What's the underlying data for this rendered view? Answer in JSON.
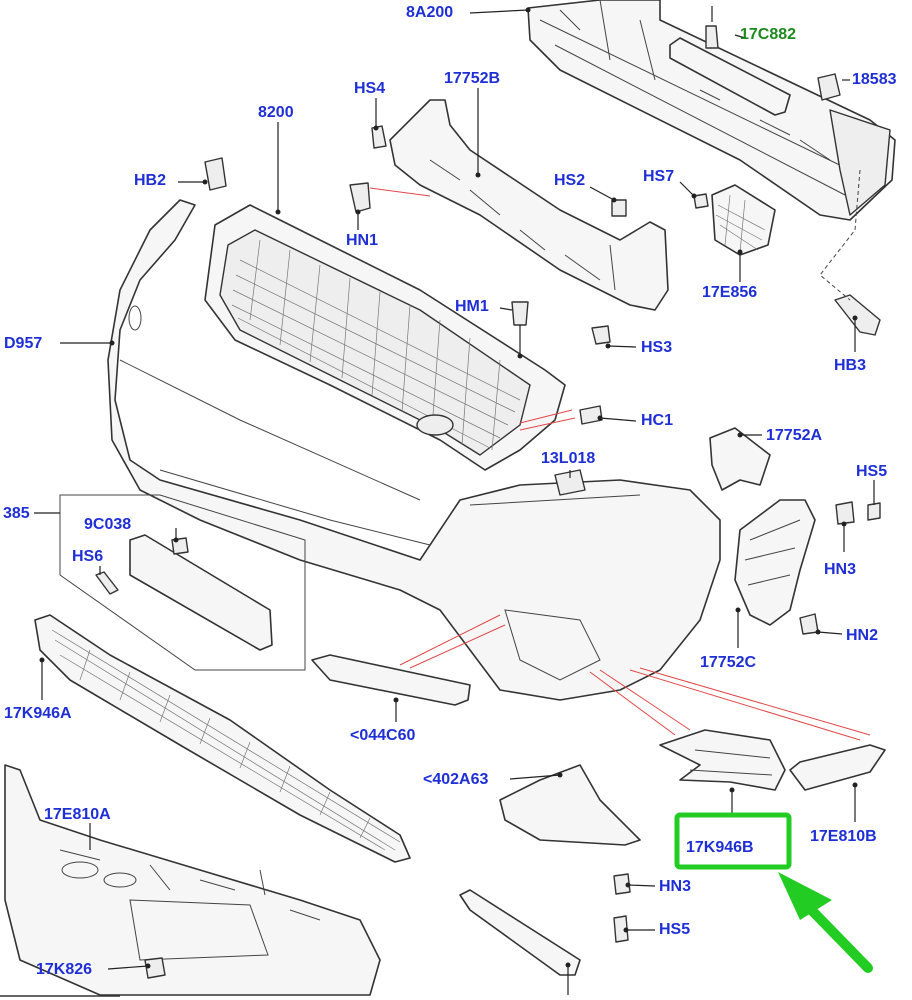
{
  "labels": [
    {
      "id": "8A200",
      "text": "8A200"
    },
    {
      "id": "17C882",
      "text": "17C882"
    },
    {
      "id": "18583",
      "text": "18583"
    },
    {
      "id": "HS4",
      "text": "HS4"
    },
    {
      "id": "17752B",
      "text": "17752B"
    },
    {
      "id": "8200",
      "text": "8200"
    },
    {
      "id": "HB2",
      "text": "HB2"
    },
    {
      "id": "HS2",
      "text": "HS2"
    },
    {
      "id": "HS7",
      "text": "HS7"
    },
    {
      "id": "HN1",
      "text": "HN1"
    },
    {
      "id": "17E856",
      "text": "17E856"
    },
    {
      "id": "HM1",
      "text": "HM1"
    },
    {
      "id": "D957",
      "text": "D957"
    },
    {
      "id": "HS3",
      "text": "HS3"
    },
    {
      "id": "HB3",
      "text": "HB3"
    },
    {
      "id": "HC1",
      "text": "HC1"
    },
    {
      "id": "17752A",
      "text": "17752A"
    },
    {
      "id": "13L018",
      "text": "13L018"
    },
    {
      "id": "HS5a",
      "text": "HS5"
    },
    {
      "id": "385",
      "text": "385"
    },
    {
      "id": "9C038",
      "text": "9C038"
    },
    {
      "id": "HN3a",
      "text": "HN3"
    },
    {
      "id": "HS6",
      "text": "HS6"
    },
    {
      "id": "HN2",
      "text": "HN2"
    },
    {
      "id": "17752C",
      "text": "17752C"
    },
    {
      "id": "17K946A",
      "text": "17K946A"
    },
    {
      "id": "044C60",
      "text": "<044C60"
    },
    {
      "id": "402A63",
      "text": "<402A63"
    },
    {
      "id": "17E810A",
      "text": "17E810A"
    },
    {
      "id": "17K946B",
      "text": "17K946B"
    },
    {
      "id": "17E810B",
      "text": "17E810B"
    },
    {
      "id": "HN3b",
      "text": "HN3"
    },
    {
      "id": "HS5b",
      "text": "HS5"
    },
    {
      "id": "17K826",
      "text": "17K826"
    }
  ],
  "colors": {
    "label": "#1f2fd6",
    "label_highlight": "#1d8a1d",
    "highlight_box": "#22cc22",
    "leader_red": "#e04848"
  }
}
